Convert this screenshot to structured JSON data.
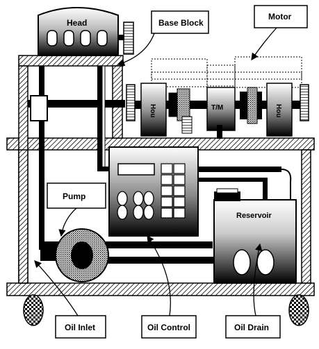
{
  "labels": {
    "head": "Head",
    "base_block": "Base Block",
    "motor": "Motor",
    "pump": "Pump",
    "reservoir": "Reservoir",
    "oil_inlet": "Oil Inlet",
    "oil_control": "Oil Control",
    "oil_drain": "Oil Drain",
    "hou_left": "Hou",
    "tm": "T/M",
    "hou_right": "Hou"
  },
  "colors": {
    "ink": "#000000",
    "paper": "#ffffff",
    "hatch": "#000000"
  }
}
